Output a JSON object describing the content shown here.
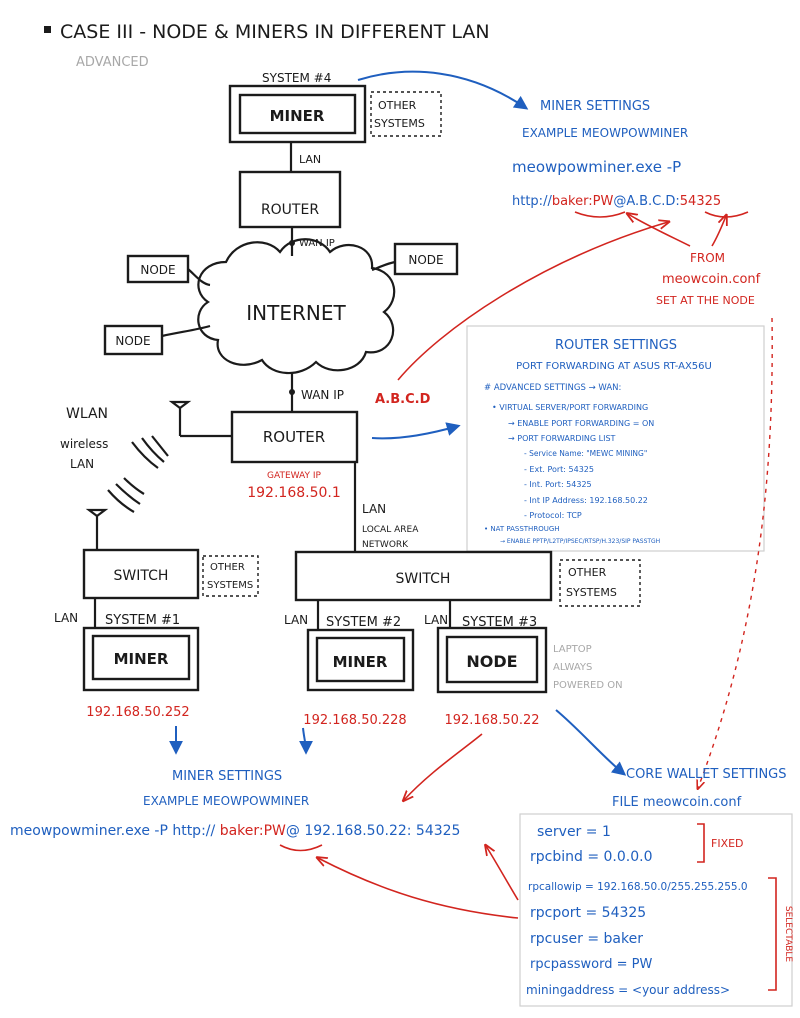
{
  "title": "CASE III - NODE & MINERS IN DIFFERENT LAN",
  "subtitle": "ADVANCED",
  "system4": {
    "label": "SYSTEM #4",
    "miner": "MINER",
    "other": [
      "OTHER",
      "SYSTEMS"
    ],
    "lan": "LAN",
    "router": "ROUTER",
    "wan": "WAN IP"
  },
  "internet": {
    "label": "INTERNET",
    "node": "NODE"
  },
  "miner_settings_top": {
    "title": "MINER SETTINGS",
    "example": "EXAMPLE MEOWPOWMINER",
    "cmd": "meowpowminer.exe -P",
    "url_prefix": "http://",
    "url_cred": "baker:PW",
    "url_at": "@",
    "url_host": "A.B.C.D",
    "url_colon": ":",
    "url_port": "54325",
    "from": [
      "FROM",
      "meowcoin.conf",
      "SET AT THE NODE"
    ]
  },
  "abcd": "A.B.C.D",
  "wan_ip": "WAN IP",
  "router_main": {
    "label": "ROUTER",
    "gateway": "GATEWAY IP",
    "ip": "192.168.50.1"
  },
  "wlan": [
    "WLAN",
    "wireless",
    "LAN"
  ],
  "router_settings": {
    "title": "ROUTER SETTINGS",
    "subtitle": "PORT FORWARDING AT ASUS RT-AX56U",
    "lines": [
      "# ADVANCED SETTINGS → WAN:",
      "• VIRTUAL SERVER/PORT FORWARDING",
      "→ ENABLE PORT FORWARDING = ON",
      "→ PORT FORWARDING LIST",
      "- Service Name: \"MEWC MINING\"",
      "- Ext. Port: 54325",
      "- Int. Port: 54325",
      "- Int IP Address: 192.168.50.22",
      "- Protocol: TCP",
      "• NAT PASSTHROUGH",
      "→ ENABLE PPTP/L2TP/IPSEC/RTSP/H.323/SIP PASSTGH"
    ]
  },
  "lan_network": [
    "LAN",
    "LOCAL AREA",
    "NETWORK"
  ],
  "switch_left": "SWITCH",
  "switch_main": "SWITCH",
  "other_systems": [
    "OTHER",
    "SYSTEMS"
  ],
  "systems": [
    {
      "lan": "LAN",
      "name": "SYSTEM #1",
      "role": "MINER",
      "ip": "192.168.50.252"
    },
    {
      "lan": "LAN",
      "name": "SYSTEM #2",
      "role": "MINER",
      "ip": "192.168.50.228"
    },
    {
      "lan": "LAN",
      "name": "SYSTEM #3",
      "role": "NODE",
      "ip": "192.168.50.22"
    }
  ],
  "laptop_note": [
    "LAPTOP",
    "ALWAYS",
    "POWERED ON"
  ],
  "miner_settings_bottom": {
    "title": "MINER SETTINGS",
    "example": "EXAMPLE MEOWPOWMINER",
    "cmd": "meowpowminer.exe -P http://",
    "cred": "baker:PW",
    "rest": "@ 192.168.50.22: 54325"
  },
  "core_wallet": {
    "title": "CORE WALLET SETTINGS",
    "file": "FILE meowcoin.conf",
    "lines": [
      "server = 1",
      "rpcbind = 0.0.0.0",
      "rpcallowip = 192.168.50.0/255.255.255.0",
      "rpcport = 54325",
      "rpcuser = baker",
      "rpcpassword = PW",
      "miningaddress = <your address>"
    ],
    "fixed": "FIXED",
    "selectable": "SELECTABLE"
  },
  "colors": {
    "ink": "#1b1b1b",
    "blue": "#1f5fbf",
    "red": "#d2251f",
    "gray": "#a8a8a8"
  }
}
